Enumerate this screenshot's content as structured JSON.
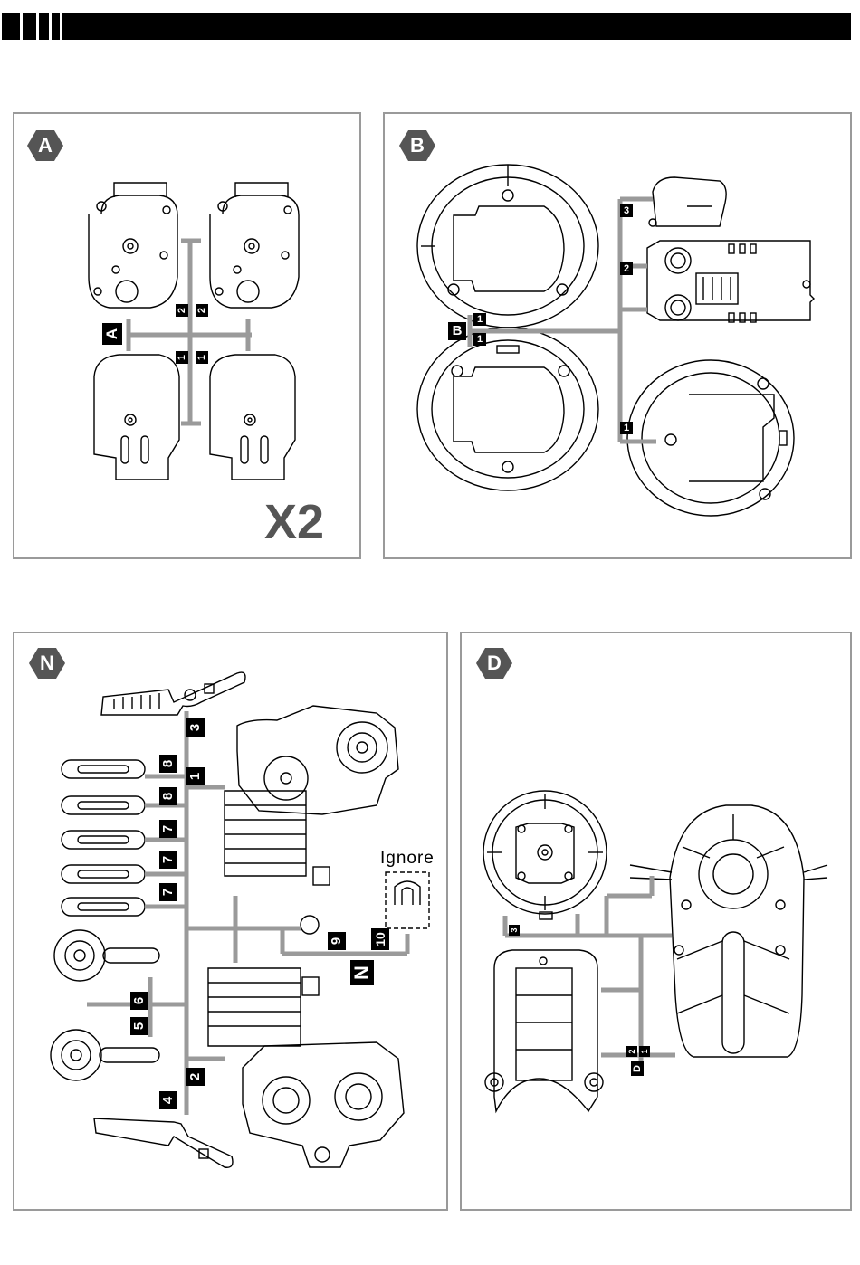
{
  "panels": {
    "A": {
      "badge": "A",
      "part_numbers": [
        "2",
        "2",
        "1",
        "1"
      ],
      "label": "A",
      "multiplier": "X2"
    },
    "B": {
      "badge": "B",
      "part_numbers": [
        "3",
        "2",
        "1",
        "1",
        "1"
      ],
      "label": "B"
    },
    "N": {
      "badge": "N",
      "part_numbers": [
        "3",
        "8",
        "1",
        "8",
        "7",
        "7",
        "7",
        "6",
        "5",
        "2",
        "4",
        "9",
        "10"
      ],
      "label": "N",
      "ignore_text": "Ignore"
    },
    "D": {
      "badge": "D",
      "part_numbers": [
        "3",
        "2",
        "1"
      ],
      "label": "D"
    }
  },
  "colors": {
    "frame": "#9a9a9a",
    "badge": "#555555",
    "sprue": "#9a9a9a",
    "ink": "#000000"
  }
}
